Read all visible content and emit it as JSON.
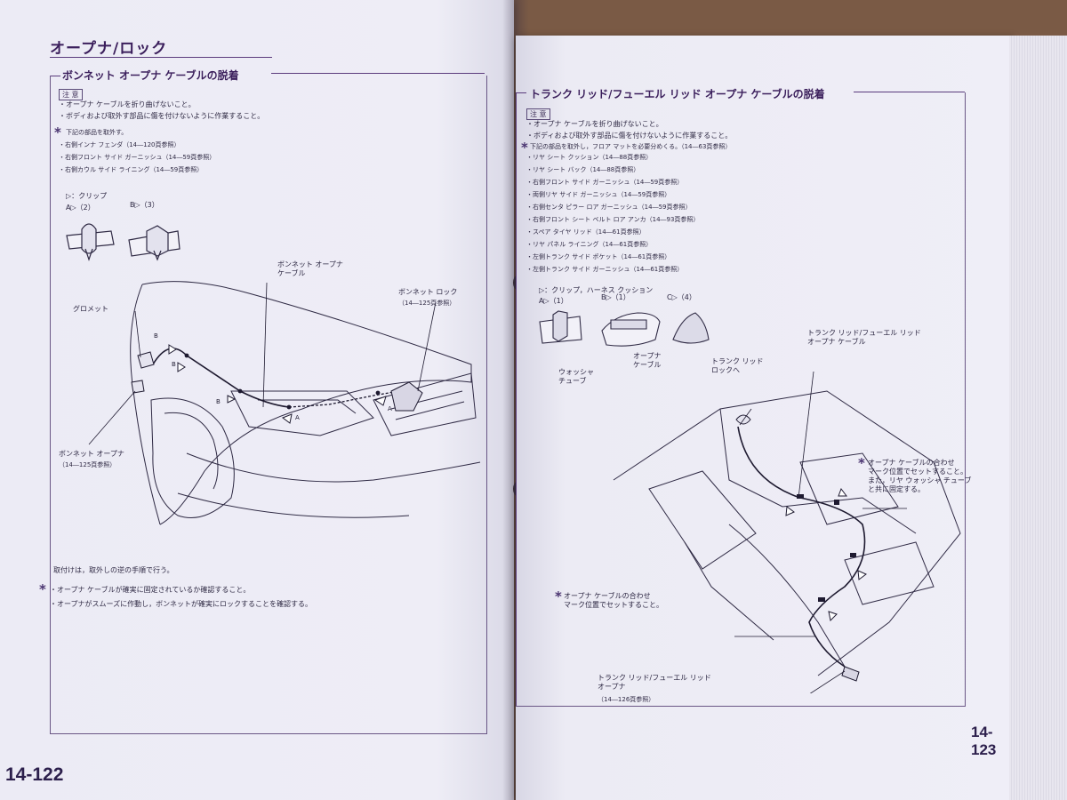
{
  "left_page": {
    "title": "オープナ/ロック",
    "section": "ボンネット オープナ ケーブルの脱着",
    "note_label": "注 意",
    "notes": [
      "・オープナ ケーブルを折り曲げないこと。",
      "・ボディおよび取外す部品に傷を付けないように作業すること。"
    ],
    "remove_intro": "下記の部品を取外す。",
    "remove_items": [
      "・右側インナ フェンダ（14―120頁参照）",
      "・右側フロント サイド ガーニッシュ（14―59頁参照）",
      "・右側カウル サイド ライニング（14―59頁参照）"
    ],
    "clip_legend": "▷：クリップ",
    "clip_a": "A▷（2）",
    "clip_b": "B▷（3）",
    "callouts": {
      "grommet": "グロメット",
      "opener_cable": "ボンネット オープナ\nケーブル",
      "hood_lock": "ボンネット ロック",
      "hood_lock_ref": "（14―125頁参照）",
      "hood_opener": "ボンネット オープナ",
      "hood_opener_ref": "（14―125頁参照）"
    },
    "install": "取付けは，取外しの逆の手順で行う。",
    "install_notes": [
      "・オープナ ケーブルが確実に固定されているか確認すること。",
      "・オープナがスムーズに作動し，ボンネットが確実にロックすることを確認する。"
    ],
    "page_number": "14-122"
  },
  "right_page": {
    "section": "トランク リッド/フューエル リッド オープナ ケーブルの脱着",
    "note_label": "注 意",
    "notes": [
      "・オープナ ケーブルを折り曲げないこと。",
      "・ボディおよび取外す部品に傷を付けないように作業すること。"
    ],
    "remove_intro": "下記の部品を取外し，フロア マットを必要分めくる。（14―63頁参照）",
    "remove_items": [
      "・リヤ シート クッション（14―88頁参照）",
      "・リヤ シート バック（14―88頁参照）",
      "・右側フロント サイド ガーニッシュ（14―59頁参照）",
      "・両側リヤ サイド ガーニッシュ（14―59頁参照）",
      "・右側センタ ピラー ロア ガーニッシュ（14―59頁参照）",
      "・右側フロント シート ベルト ロア アンカ（14―93頁参照）",
      "・スペア タイヤ リッド（14―61頁参照）",
      "・リヤ パネル ライニング（14―61頁参照）",
      "・左側トランク サイド ポケット（14―61頁参照）",
      "・左側トランク サイド ガーニッシュ（14―61頁参照）"
    ],
    "clip_legend": "▷：クリップ，ハーネス クッション",
    "clip_a": "A▷（1）",
    "clip_b": "B▷（1）",
    "clip_c": "C▷（4）",
    "callouts": {
      "washer_tube": "ウォッシャ\nチューブ",
      "opener_cable": "オープナ\nケーブル",
      "trunk_lock": "トランク リッド\nロックへ",
      "cable_top": "トランク リッド/フューエル リッド\nオープナ ケーブル",
      "mark_note_top": "オープナ ケーブルの合わせ\nマーク位置でセットすること。\nまた，リヤ ウォッシャ チューブ\nと共に固定する。",
      "mark_note_bottom": "オープナ ケーブルの合わせ\nマーク位置でセットすること。",
      "opener_bottom": "トランク リッド/フューエル リッド\nオープナ",
      "opener_bottom_ref": "（14―126頁参照）"
    },
    "page_number": "14-123"
  }
}
